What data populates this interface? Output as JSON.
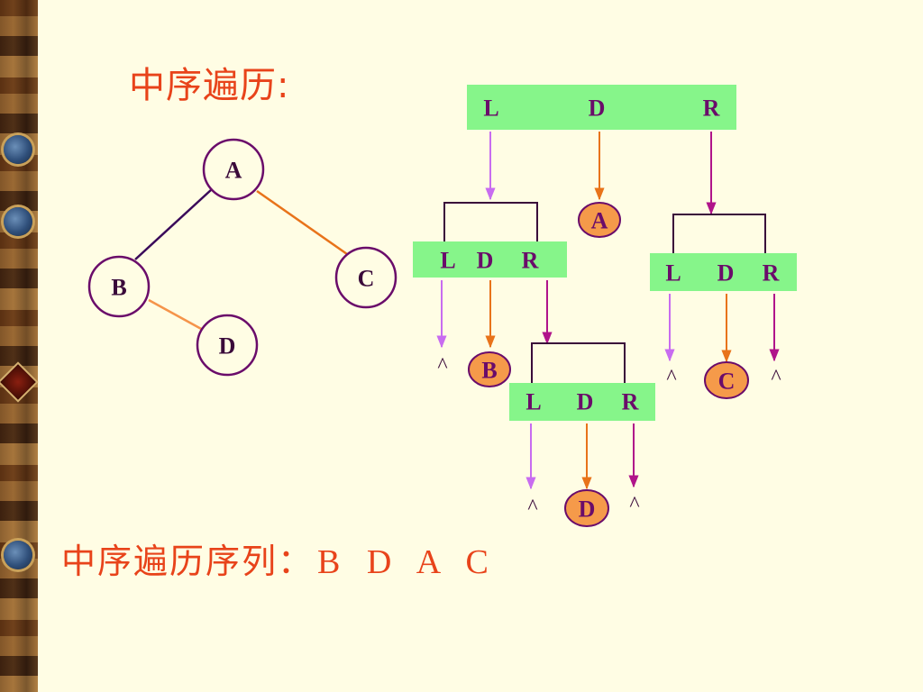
{
  "title": "中序遍历:",
  "tree": {
    "nodes": {
      "a": "A",
      "b": "B",
      "c": "C",
      "d": "D"
    }
  },
  "diagram": {
    "bars": {
      "top": {
        "l": "L",
        "d": "D",
        "r": "R"
      },
      "left": {
        "l": "L",
        "d": "D",
        "r": "R"
      },
      "right": {
        "l": "L",
        "d": "D",
        "r": "R"
      },
      "bottom": {
        "l": "L",
        "d": "D",
        "r": "R"
      }
    },
    "visited": {
      "a": "A",
      "b": "B",
      "c": "C",
      "d": "D"
    },
    "null_symbol": "^"
  },
  "result": {
    "label": "中序遍历序列：",
    "sequence": "B D A C"
  },
  "colors": {
    "background": "#fffde4",
    "title_red": "#e8431a",
    "bar_green": "#86f58a",
    "visit_orange": "#f59a4a",
    "arrow_violet": "#c86cf0",
    "arrow_orange": "#e8731a",
    "arrow_magenta": "#b0148a",
    "outline_purple": "#6a0c6a"
  }
}
